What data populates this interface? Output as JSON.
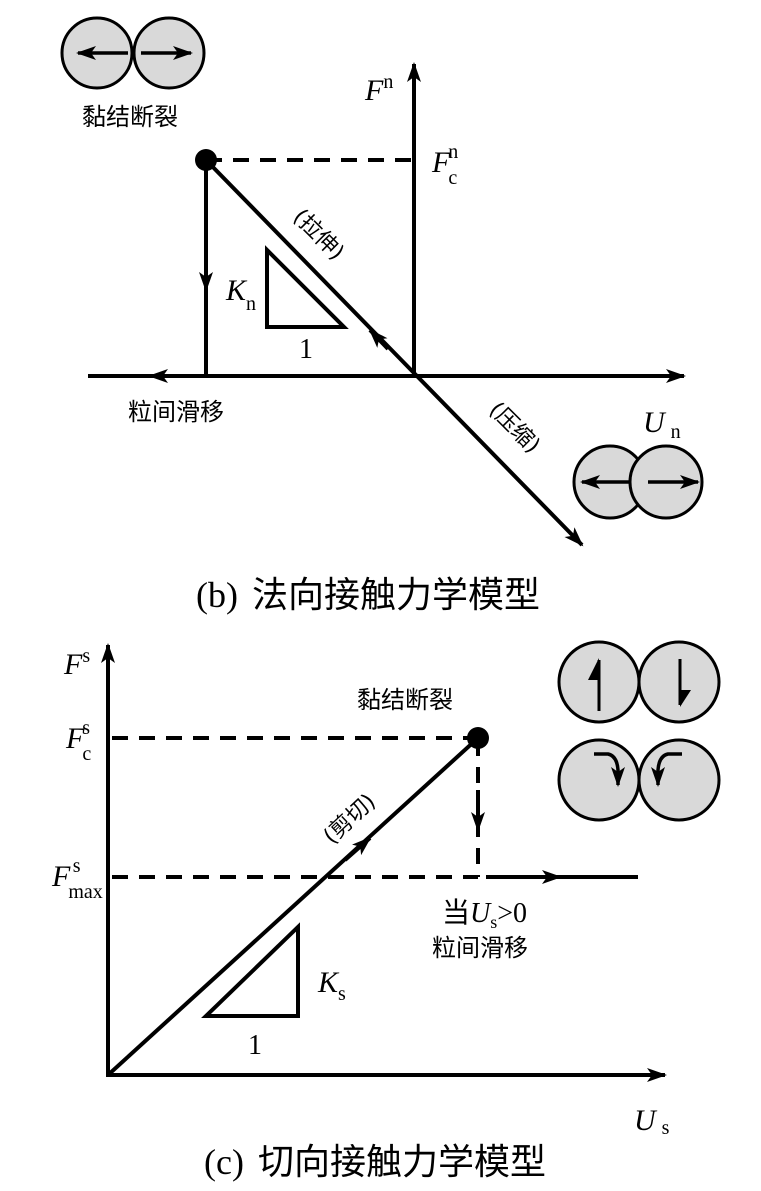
{
  "colors": {
    "stroke": "#000000",
    "particle_fill": "#d9d9d9",
    "background": "#ffffff"
  },
  "normal_model": {
    "caption_prefix": "(b)",
    "caption_text": "法向接触力学模型",
    "y_axis": {
      "symbol": "F",
      "superscript": "n"
    },
    "x_axis": {
      "symbol": "U",
      "subscript": "n"
    },
    "critical_force": {
      "symbol": "F",
      "subscript": "c",
      "superscript": "n"
    },
    "stiffness": {
      "symbol": "K",
      "subscript": "n",
      "run_label": "1"
    },
    "tension_label": "(拉伸)",
    "compression_label": "(压缩)",
    "bond_break_label": "黏结断裂",
    "slip_label": "粒间滑移",
    "particle_icons": [
      "tension-particles-icon",
      "compression-particles-icon"
    ]
  },
  "shear_model": {
    "caption_prefix": "(c)",
    "caption_text": "切向接触力学模型",
    "y_axis": {
      "symbol": "F",
      "superscript": "s"
    },
    "x_axis": {
      "symbol": "U",
      "subscript": "s"
    },
    "critical_force": {
      "symbol": "F",
      "subscript": "c",
      "superscript": "s"
    },
    "max_force": {
      "symbol": "F",
      "subscript": "max",
      "superscript": "s"
    },
    "stiffness": {
      "symbol": "K",
      "subscript": "s",
      "run_label": "1"
    },
    "shear_label": "(剪切)",
    "bond_break_label": "黏结断裂",
    "condition_prefix": "当",
    "condition_symbol": "U",
    "condition_subscript": "s",
    "condition_suffix": ">0",
    "slip_label": "粒间滑移",
    "particle_icons": [
      "shear-particles-icon",
      "rolling-particles-icon"
    ]
  }
}
